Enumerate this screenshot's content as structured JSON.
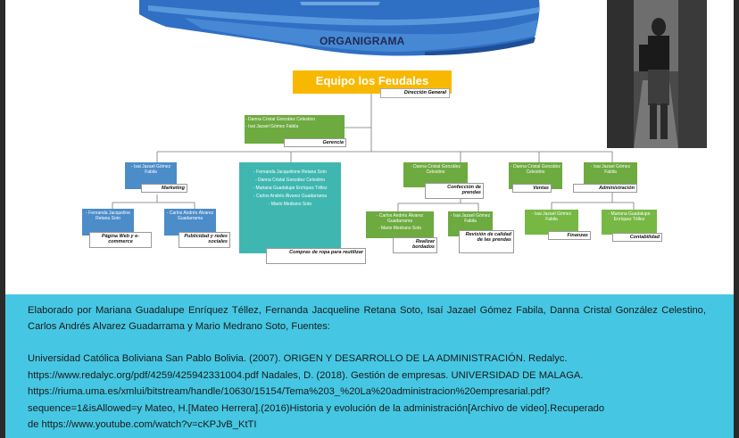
{
  "header": {
    "title": "ORGANIGRAMA"
  },
  "org": {
    "team": {
      "title": "Equipo los Feudales",
      "role": "Dirección General"
    },
    "gerencia": {
      "members": [
        "- Danna Cristal González Celestino",
        "- Isai Jazael Gómez Fabila"
      ],
      "role": "Gerencia"
    },
    "marketing": {
      "members": [
        "- Isai Jazael Gómez Fabila"
      ],
      "role": "Marketing"
    },
    "web": {
      "members": [
        "- Fernanda Jacqueline Retana Soto"
      ],
      "role": "Página Web y e-commerce"
    },
    "publicidad": {
      "members": [
        "- Carlos Andrés Álvarez Guadarrama"
      ],
      "role": "Publicidad y redes sociales"
    },
    "compras": {
      "members": [
        "- Fernanda Jacquelinne Retana Soto",
        "- Danna Cristal González Celestino",
        "- Mariana Guadalupe Enríquez Téllez",
        "- Carlos Andrés Álvarez Guadarrama",
        "- Mario Medrano Soto"
      ],
      "role": "Compras de ropa para reutilizar"
    },
    "confeccion": {
      "members": [
        "- Danna Cristal González Celestino"
      ],
      "role": "Confección de prendas"
    },
    "bordados": {
      "members": [
        "- Carlos Andrés Álvarez Guadarrama",
        "- Mario Medrano Soto"
      ],
      "role": "Realizar bordados"
    },
    "revision": {
      "members": [
        "- Isai Jazael Gómez Fabila"
      ],
      "role": "Revisión de calidad de las prendas"
    },
    "ventas": {
      "members": [
        "- Danna Cristal González Celestino"
      ],
      "role": "Ventas"
    },
    "administracion": {
      "members": [
        "- Isai Jazael Gómez Fabila"
      ],
      "role": "Administración"
    },
    "finanzas": {
      "members": [
        "- Isai Jazael Gómez Fabila"
      ],
      "role": "Finanzas"
    },
    "contabilidad": {
      "members": [
        "- Mariana Guadalupe Enríquez Téllez"
      ],
      "role": "Contabilidad"
    }
  },
  "footer": {
    "credits": "Elaborado por Mariana Guadalupe Enríquez Téllez, Fernanda Jacqueline Retana Soto, Isaí Jazael Gómez Fabila, Danna Cristal González Celestino, Carlos Andrés Alvarez Guadarrama y Mario Medrano Soto, Fuentes:",
    "sources": [
      "Universidad Católica Boliviana San Pablo Bolivia. (2007). ORIGEN Y DESARROLLO DE LA ADMINISTRACIÓN. Redalyc.",
      "https://www.redalyc.org/pdf/4259/425942331004.pdf  Nadales, D. (2018). Gestión de empresas. UNIVERSIDAD DE MALAGA.",
      "https://riuma.uma.es/xmlui/bitstream/handle/10630/15154/Tema%203_%20La%20administracion%20empresarial.pdf?",
      "sequence=1&isAllowed=y Mateo, H.[Mateo Herrera].(2016)Historia y evolución de la administración[Archivo de video].Recuperado",
      "de https://www.youtube.com/watch?v=cKPJvB_KtTI"
    ]
  },
  "colors": {
    "team": "#f9b800",
    "green": "#6daa3f",
    "blue": "#4b8cc9",
    "teal": "#3fb7b0",
    "footer": "#45c7e3",
    "brush": "#2f6fc4"
  }
}
